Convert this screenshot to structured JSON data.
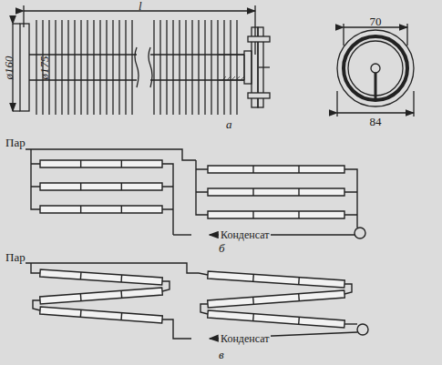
{
  "diagram": {
    "labels": [
      "l",
      "ø160",
      "ø175",
      "70",
      "84",
      "а",
      "Пар",
      "Конденсат",
      "б",
      "Пар",
      "Конденсат",
      "в"
    ]
  }
}
